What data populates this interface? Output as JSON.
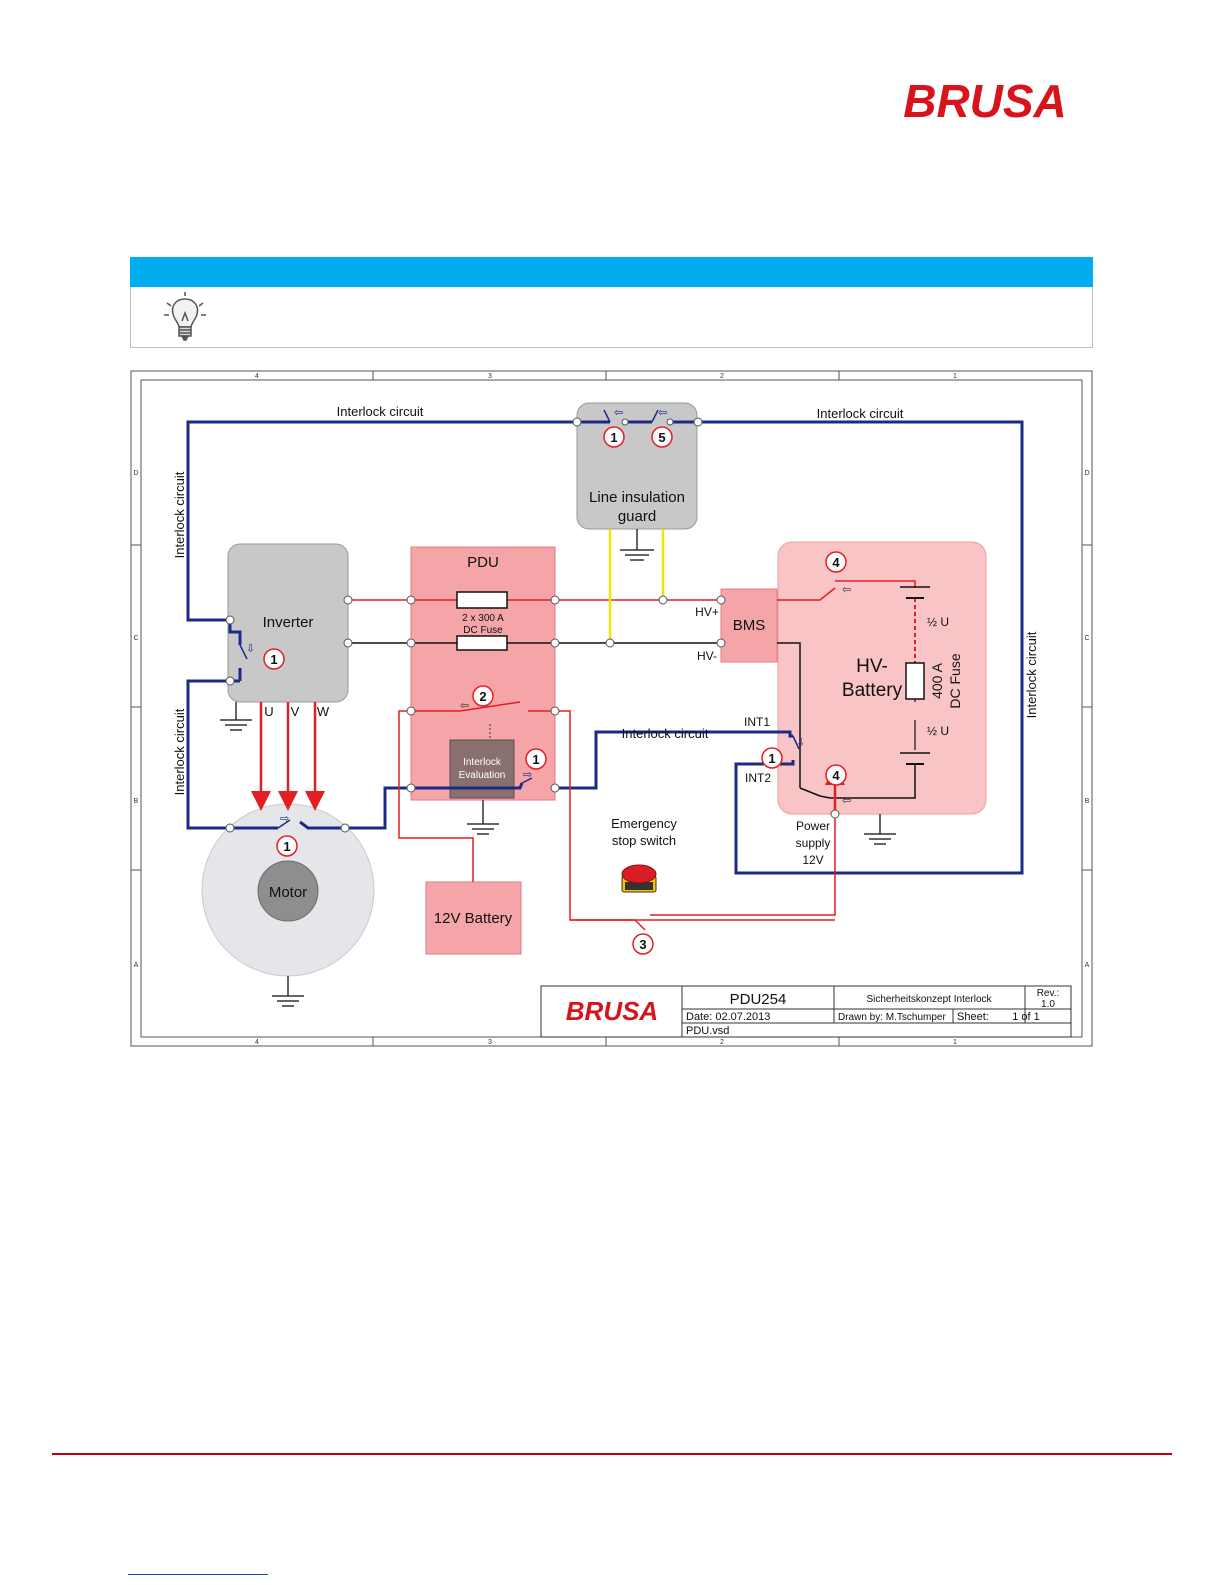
{
  "brand": {
    "logo_text": "BRUSA",
    "color": "#d7131c"
  },
  "tip": {
    "bar_color": "#00aeef",
    "icon": "lightbulb-icon"
  },
  "diagram": {
    "border_cols": [
      "4",
      "3",
      "2",
      "1"
    ],
    "border_rows": [
      "D",
      "C",
      "B",
      "A"
    ],
    "labels": {
      "interlock_circuit": "Interlock circuit",
      "line_insulation_guard_1": "Line insulation",
      "line_insulation_guard_2": "guard",
      "pdu": "PDU",
      "inverter": "Inverter",
      "fuse_label_1": "2 x 300 A",
      "fuse_label_2": "DC Fuse",
      "bms": "BMS",
      "hv_battery_1": "HV-",
      "hv_battery_2": "Battery",
      "half_u": "½ U",
      "fuse400_1": "400 A",
      "fuse400_2": "DC Fuse",
      "hv_plus": "HV+",
      "hv_minus": "HV-",
      "int1": "INT1",
      "int2": "INT2",
      "interlock_eval_1": "Interlock",
      "interlock_eval_2": "Evaluation",
      "motor": "Motor",
      "battery12": "12V Battery",
      "estop_1": "Emergency",
      "estop_2": "stop switch",
      "power_supply_1": "Power",
      "power_supply_2": "supply",
      "power_supply_3": "12V",
      "phase_u": "U",
      "phase_v": "V",
      "phase_w": "W"
    },
    "markers": {
      "lig_1": "1",
      "lig_5": "5",
      "inverter": "1",
      "pdu_relay": "2",
      "pdu_eval": "1",
      "bms_top": "4",
      "bms_int": "1",
      "bms_bottom": "4",
      "motor": "1",
      "estop": "3"
    },
    "title_block": {
      "logo_text": "BRUSA",
      "document": "PDU254",
      "title": "Sicherheitskonzept Interlock",
      "rev_label": "Rev.:",
      "rev": "1.0",
      "date": "Date: 02.07.2013",
      "drawn_by": "Drawn by: M.Tschumper",
      "sheet_label": "Sheet:",
      "sheet": "1 of 1",
      "file": "PDU.vsd"
    }
  }
}
